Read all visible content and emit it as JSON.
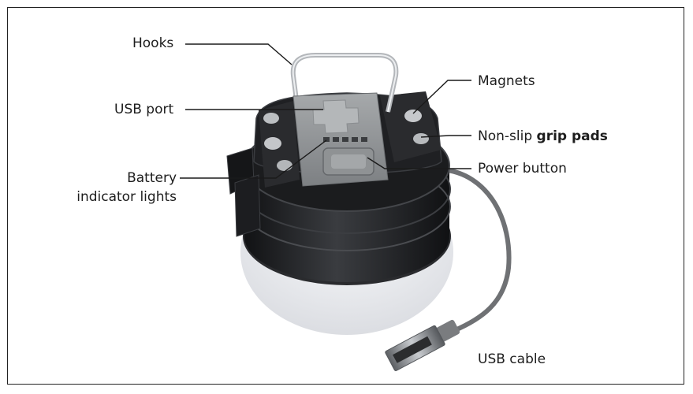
{
  "callouts": {
    "hooks": "Hooks",
    "usb_port": "USB port",
    "battery_line1": "Battery",
    "battery_line2": "indicator lights",
    "magnets": "Magnets",
    "grip_plain": "Non-slip ",
    "grip_bold": "grip pads",
    "power_button": "Power button",
    "usb_cable": "USB cable"
  },
  "colors": {
    "lantern_body": "#1e1f21",
    "lantern_diffuser": "#ecedf1",
    "panel_grey": "#8d9092",
    "cable": "#6f7174",
    "leader_line": "#1a1a1a"
  }
}
